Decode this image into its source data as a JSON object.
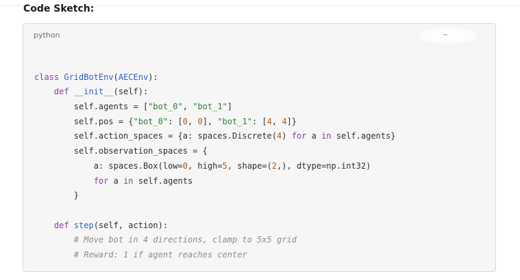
{
  "heading": "Code Sketch:",
  "code_block": {
    "language": "python",
    "lines": [
      [],
      [
        {
          "t": "class ",
          "c": "kw"
        },
        {
          "t": "GridBotEnv",
          "c": "cls"
        },
        {
          "t": "(",
          "c": "plain"
        },
        {
          "t": "AECEnv",
          "c": "cls"
        },
        {
          "t": "):",
          "c": "plain"
        }
      ],
      [
        {
          "t": "    ",
          "c": "plain"
        },
        {
          "t": "def ",
          "c": "kw"
        },
        {
          "t": "__init__",
          "c": "fn"
        },
        {
          "t": "(self):",
          "c": "plain"
        }
      ],
      [
        {
          "t": "        self.agents = [",
          "c": "plain"
        },
        {
          "t": "\"bot_0\"",
          "c": "str"
        },
        {
          "t": ", ",
          "c": "plain"
        },
        {
          "t": "\"bot_1\"",
          "c": "str"
        },
        {
          "t": "]",
          "c": "plain"
        }
      ],
      [
        {
          "t": "        self.pos = {",
          "c": "plain"
        },
        {
          "t": "\"bot_0\"",
          "c": "str"
        },
        {
          "t": ": [",
          "c": "plain"
        },
        {
          "t": "0",
          "c": "num"
        },
        {
          "t": ", ",
          "c": "plain"
        },
        {
          "t": "0",
          "c": "num"
        },
        {
          "t": "], ",
          "c": "plain"
        },
        {
          "t": "\"bot_1\"",
          "c": "str"
        },
        {
          "t": ": [",
          "c": "plain"
        },
        {
          "t": "4",
          "c": "num"
        },
        {
          "t": ", ",
          "c": "plain"
        },
        {
          "t": "4",
          "c": "num"
        },
        {
          "t": "]}",
          "c": "plain"
        }
      ],
      [
        {
          "t": "        self.action_spaces = {a: spaces.Discrete(",
          "c": "plain"
        },
        {
          "t": "4",
          "c": "num"
        },
        {
          "t": ") ",
          "c": "plain"
        },
        {
          "t": "for",
          "c": "kw"
        },
        {
          "t": " a ",
          "c": "plain"
        },
        {
          "t": "in",
          "c": "kw"
        },
        {
          "t": " self.agents}",
          "c": "plain"
        }
      ],
      [
        {
          "t": "        self.observation_spaces = {",
          "c": "plain"
        }
      ],
      [
        {
          "t": "            a: spaces.Box(low=",
          "c": "plain"
        },
        {
          "t": "0",
          "c": "num"
        },
        {
          "t": ", high=",
          "c": "plain"
        },
        {
          "t": "5",
          "c": "num"
        },
        {
          "t": ", shape=(",
          "c": "plain"
        },
        {
          "t": "2",
          "c": "num"
        },
        {
          "t": ",), dtype=np.int32)",
          "c": "plain"
        }
      ],
      [
        {
          "t": "            ",
          "c": "plain"
        },
        {
          "t": "for",
          "c": "kw"
        },
        {
          "t": " a ",
          "c": "plain"
        },
        {
          "t": "in",
          "c": "kw"
        },
        {
          "t": " self.agents",
          "c": "plain"
        }
      ],
      [
        {
          "t": "        }",
          "c": "plain"
        }
      ],
      [],
      [
        {
          "t": "    ",
          "c": "plain"
        },
        {
          "t": "def ",
          "c": "kw"
        },
        {
          "t": "step",
          "c": "fn"
        },
        {
          "t": "(self, action):",
          "c": "plain"
        }
      ],
      [
        {
          "t": "        ",
          "c": "plain"
        },
        {
          "t": "# Move bot in 4 directions, clamp to 5x5 grid",
          "c": "cmt"
        }
      ],
      [
        {
          "t": "        ",
          "c": "plain"
        },
        {
          "t": "# Reward: 1 if agent reaches center",
          "c": "cmt"
        }
      ],
      [
        {
          "t": "        ...",
          "c": "plain"
        }
      ]
    ]
  }
}
